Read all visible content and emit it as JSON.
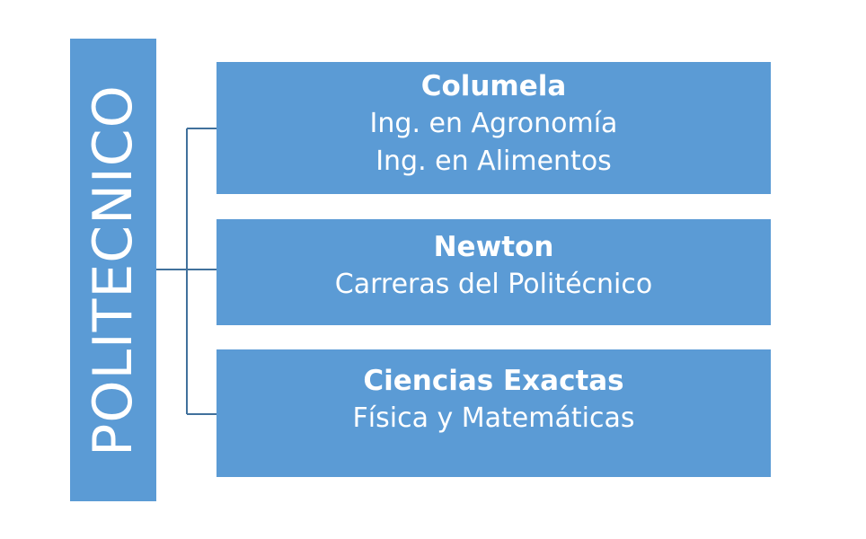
{
  "root": {
    "label": "POLITECNICO"
  },
  "children": [
    {
      "title": "Columela",
      "lines": [
        "Ing. en Agronomía",
        "Ing. en Alimentos"
      ]
    },
    {
      "title": "Newton",
      "lines": [
        "Carreras del Politécnico"
      ]
    },
    {
      "title": "Ciencias Exactas",
      "lines": [
        "Física y Matemáticas"
      ]
    }
  ],
  "colors": {
    "box_fill": "#5b9bd5",
    "connector": "#41719c",
    "text": "#ffffff"
  }
}
